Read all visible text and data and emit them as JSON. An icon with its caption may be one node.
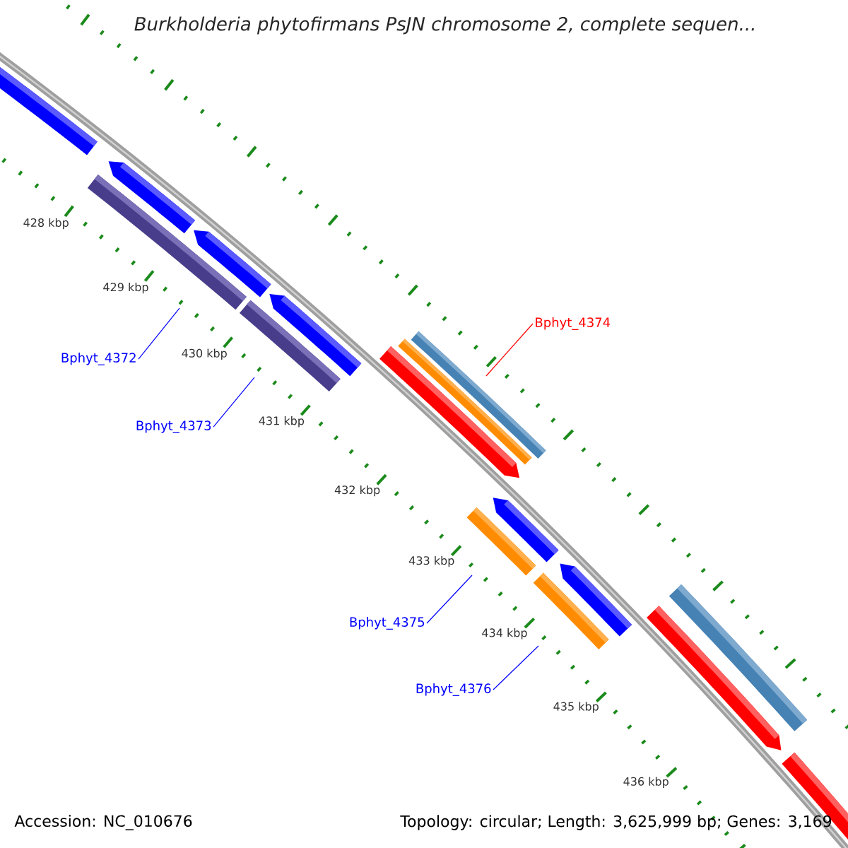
{
  "diagram": {
    "title": "Burkholderia phytofirmans PsJN chromosome 2, complete sequen...",
    "nodes": [
      {
        "text": [
          "Bphyt_4372"
        ]
      },
      {
        "text": [
          "Bphyt_4373"
        ]
      },
      {
        "text": [
          "Bphyt_4374"
        ]
      },
      {
        "text": [
          "Bphyt_4375"
        ]
      },
      {
        "text": [
          "Bphyt_4376"
        ]
      }
    ],
    "edges": [
      {
        "from": 0,
        "to": null,
        "arrow": "none"
      },
      {
        "from": 1,
        "to": null,
        "arrow": "none"
      },
      {
        "from": 2,
        "to": null,
        "arrow": "none",
        "color": "#ff0000"
      },
      {
        "from": 3,
        "to": null,
        "arrow": "none"
      },
      {
        "from": 4,
        "to": null,
        "arrow": "none"
      }
    ],
    "labels": [
      "428 kbp",
      "429 kbp",
      "430 kbp",
      "431 kbp",
      "432 kbp",
      "433 kbp",
      "434 kbp",
      "435 kbp",
      "436 kbp",
      "Accession: NC_010676",
      "Topology: circular; Length: 3,625,999 bp; Genes: 3,169"
    ]
  }
}
